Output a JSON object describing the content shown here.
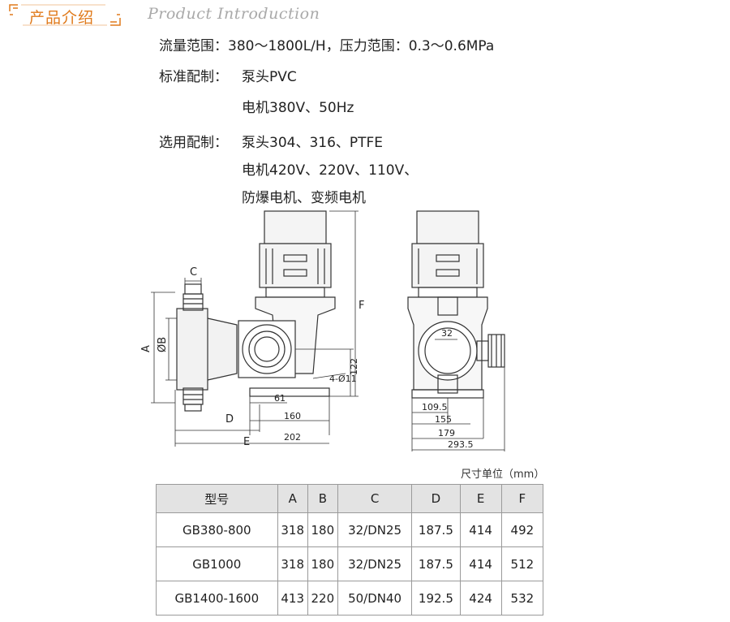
{
  "header": {
    "title": "产品介绍",
    "subtitle": "Product Introduction",
    "accent_color": "#e07a1b"
  },
  "specs": {
    "range": "流量范围：380～1800L/H，压力范围：0.3～0.6MPa",
    "standard_label": "标准配制：",
    "standard_1": "泵头PVC",
    "standard_2": "电机380V、50Hz",
    "optional_label": "选用配制：",
    "optional_1": "泵头304、316、PTFE",
    "optional_2": "电机420V、220V、110V、",
    "optional_3": "防爆电机、变频电机"
  },
  "drawing": {
    "labels": {
      "c": "C",
      "a": "A",
      "b": "ØB",
      "d": "D",
      "e": "E",
      "f": "F",
      "d61": "61",
      "d160": "160",
      "d202": "202",
      "d122": "122",
      "hole": "4-Ø11",
      "d32": "32",
      "d109": "109.5",
      "d155": "155",
      "d179": "179",
      "d293": "293.5"
    }
  },
  "unit_note": "尺寸单位（mm）",
  "table": {
    "headers": [
      "型号",
      "A",
      "B",
      "C",
      "D",
      "E",
      "F"
    ],
    "rows": [
      [
        "GB380-800",
        "318",
        "180",
        "32/DN25",
        "187.5",
        "414",
        "492"
      ],
      [
        "GB1000",
        "318",
        "180",
        "32/DN25",
        "187.5",
        "414",
        "512"
      ],
      [
        "GB1400-1600",
        "413",
        "220",
        "50/DN40",
        "192.5",
        "424",
        "532"
      ]
    ]
  }
}
